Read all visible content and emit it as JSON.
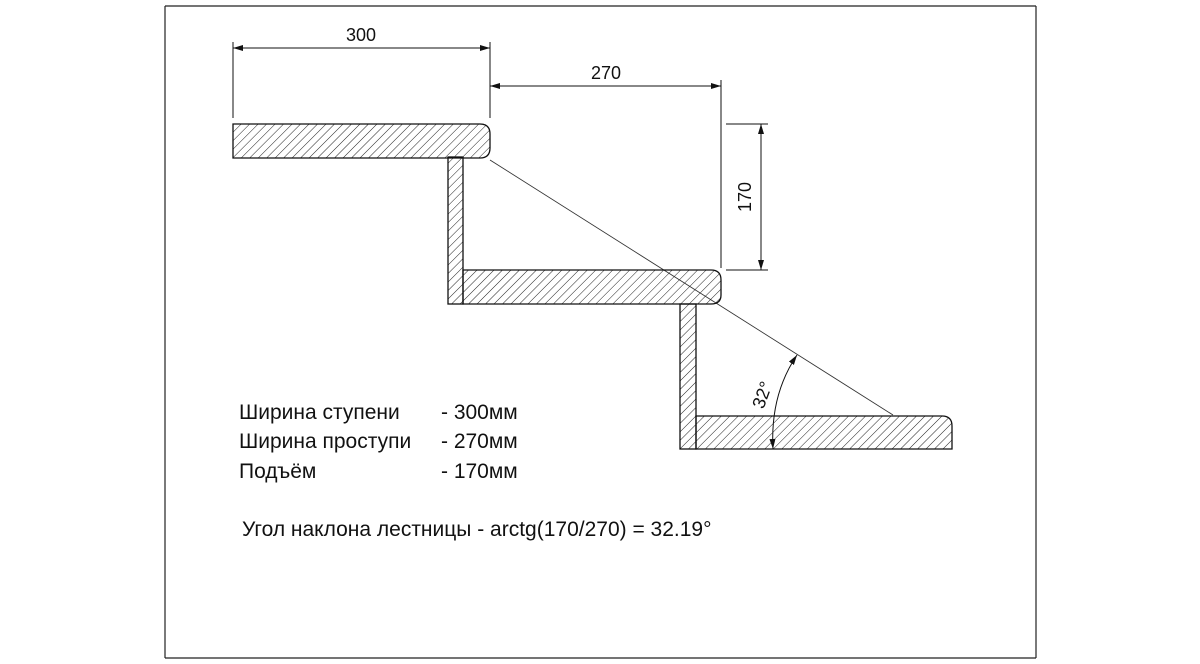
{
  "dimensions": {
    "tread_width": "300",
    "going": "270",
    "rise": "170",
    "angle": "32°"
  },
  "specs": [
    {
      "label": "Ширина ступени",
      "value": "- 300мм"
    },
    {
      "label": "Ширина проступи",
      "value": "- 270мм"
    },
    {
      "label": "Подъём",
      "value": "- 170мм"
    }
  ],
  "formula": "Угол наклона лестницы - arctg(170/270) = 32.19°"
}
